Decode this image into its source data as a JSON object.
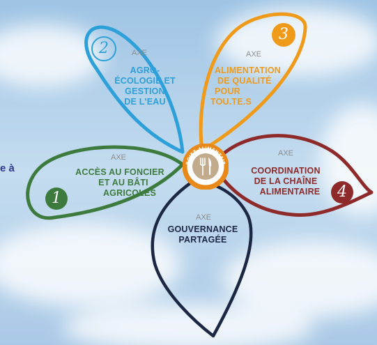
{
  "left_fragment": "e à",
  "center_badge": {
    "line1": "PROJET ALIMENTAIRE",
    "line2": "TERRITORIAL"
  },
  "petals": [
    {
      "id": "axe1",
      "number": "1",
      "axe_label": "AXE",
      "title_lines": [
        "ACCÈS AU FONCIER",
        "ET AU BÂTI",
        "AGRICOLES"
      ],
      "color": "#3d7a3e"
    },
    {
      "id": "axe2",
      "number": "2",
      "axe_label": "AXE",
      "title_lines": [
        "AGRO-",
        "ÉCOLOGIE ET",
        "GESTION",
        "DE L'EAU"
      ],
      "color": "#2d9fd9"
    },
    {
      "id": "axe3",
      "number": "3",
      "axe_label": "AXE",
      "title_lines": [
        "ALIMENTATION",
        "DE QUALITÉ",
        "POUR",
        "TOU.TE.S"
      ],
      "color": "#f09a1a"
    },
    {
      "id": "axe4",
      "number": "4",
      "axe_label": "AXE",
      "title_lines": [
        "COORDINATION",
        "DE LA CHAÎNE",
        "ALIMENTAIRE"
      ],
      "color": "#8e2a2a"
    },
    {
      "id": "axe5",
      "number": "",
      "axe_label": "AXE",
      "title_lines": [
        "GOUVERNANCE",
        "PARTAGÉE"
      ],
      "color": "#1c2744"
    }
  ]
}
